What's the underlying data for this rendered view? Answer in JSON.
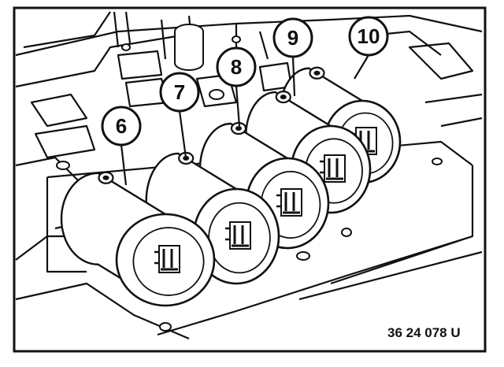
{
  "figure": {
    "callouts": [
      {
        "label": "6"
      },
      {
        "label": "7"
      },
      {
        "label": "8"
      },
      {
        "label": "9"
      },
      {
        "label": "10"
      }
    ],
    "reference_code": "36 24 078 U"
  },
  "colors": {
    "ink": "#111111",
    "paper": "#ffffff"
  }
}
